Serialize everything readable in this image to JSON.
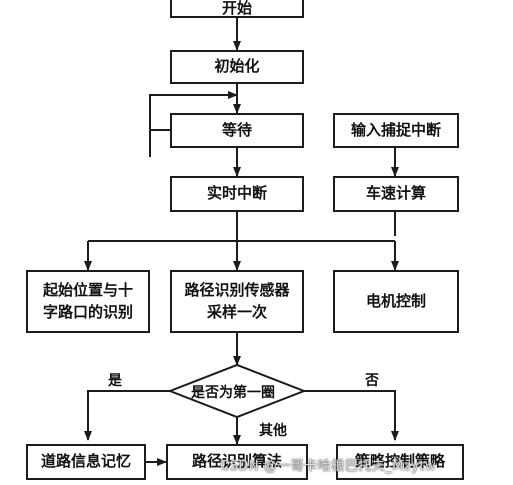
{
  "flowchart": {
    "nodes": {
      "start": "开始",
      "init": "初始化",
      "wait": "等待",
      "capture_interrupt": "输入捕捉中断",
      "realtime_interrupt": "实时中断",
      "speed_calc": "车速计算",
      "start_cross_recog_line1": "起始位置与十",
      "start_cross_recog_line2": "字路口的识别",
      "path_sensor_line1": "路径识别传感器",
      "path_sensor_line2": "采样一次",
      "motor_control": "电机控制",
      "decision_first_lap": "是否为第一圈",
      "road_memory": "道路信息记忆",
      "path_algorithm": "路径识别算法",
      "strategy": "策略控制策略"
    },
    "edge_labels": {
      "yes": "是",
      "no": "否",
      "other": "其他"
    }
  },
  "watermark": "CSDN @一哥卡哈根巴托夫_Mzytw"
}
